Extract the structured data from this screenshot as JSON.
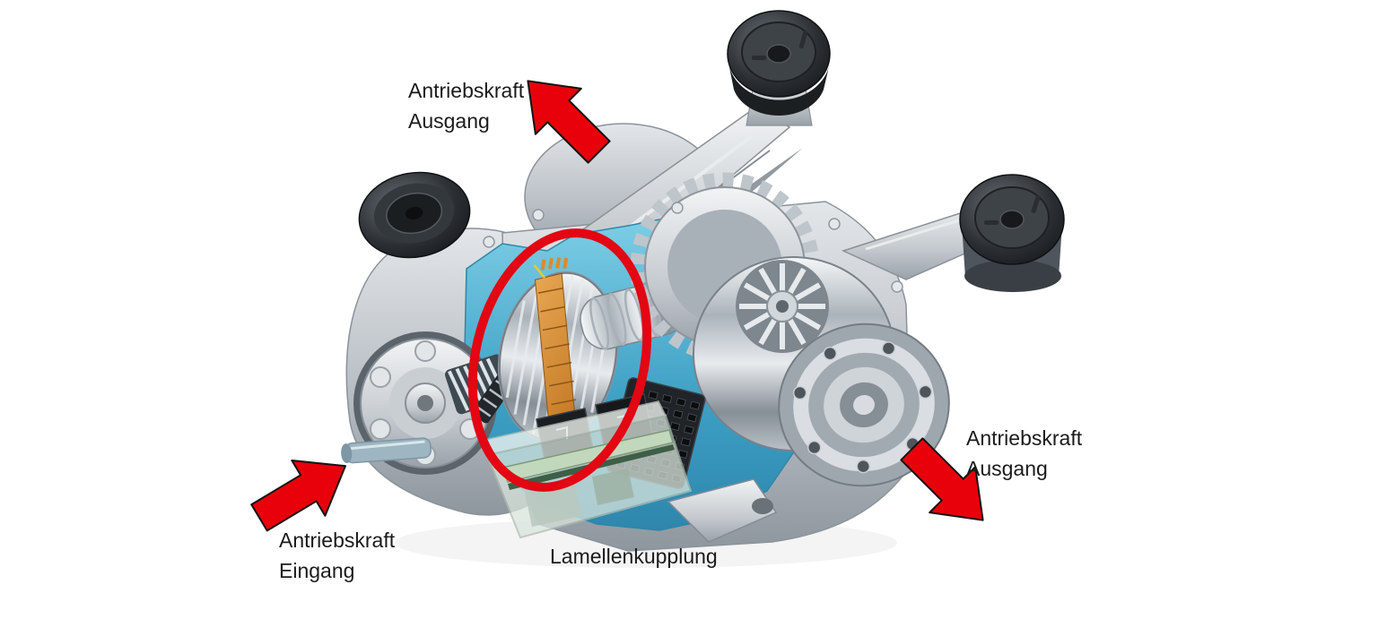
{
  "annotations": {
    "output_left": {
      "lines": [
        "Antriebskraft",
        "Ausgang"
      ],
      "arrow_direction": "up-left"
    },
    "input": {
      "lines": [
        "Antriebskraft",
        "Eingang"
      ],
      "arrow_direction": "up-right"
    },
    "output_right": {
      "lines": [
        "Antriebskraft",
        "Ausgang"
      ],
      "arrow_direction": "down-right"
    },
    "clutch": {
      "label": "Lamellenkupplung"
    }
  },
  "colors": {
    "background": "#ffffff",
    "arrow_red": "#e8000b",
    "arrow_outline": "#141414",
    "highlight_red": "#e30613",
    "cutaway_blue": "#3fa3c6",
    "clutch_plate_orange": "#d08030",
    "text": "#1b1b1b"
  }
}
